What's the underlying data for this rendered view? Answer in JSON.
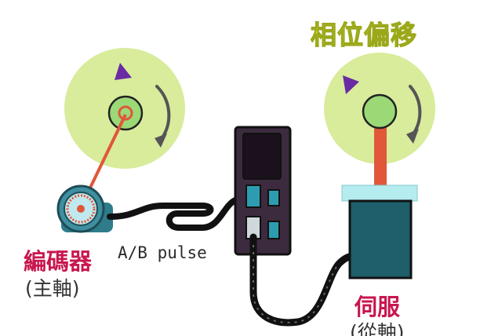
{
  "title": "相位偏移",
  "encoder": {
    "name": "編碼器",
    "role": "(主軸)"
  },
  "servo": {
    "name": "伺服",
    "role": "(從軸)"
  },
  "signal": {
    "label": "A/B pulse"
  },
  "colors": {
    "disk": "#d8ec9c",
    "hub": "#9bd977",
    "arm": "#e0573a",
    "servo_body": "#1e5f6b",
    "servo_cap": "#b4ecef",
    "driver": "#3c2b3e",
    "connector": "#2e9cb0",
    "label_red": "#c8174e",
    "title_yellow": "#e2e33a"
  },
  "icons": [
    "rotation-arrow-icon",
    "direction-triangle-icon"
  ]
}
